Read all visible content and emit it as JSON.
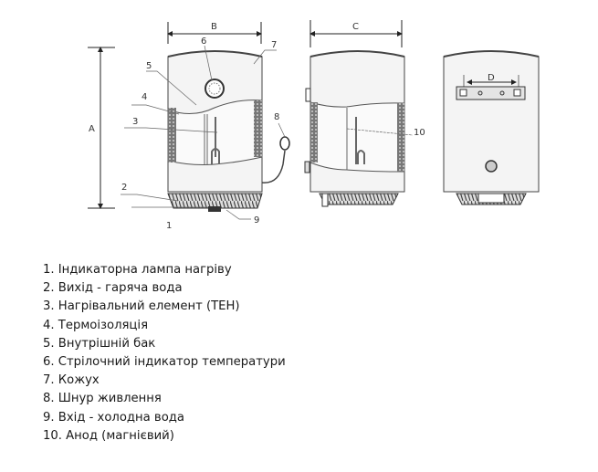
{
  "dimensions": {
    "a": "A",
    "b": "B",
    "c": "C",
    "d": "D"
  },
  "callouts": [
    "1",
    "2",
    "3",
    "4",
    "5",
    "6",
    "7",
    "8",
    "9",
    "10"
  ],
  "legend": [
    "1. Індикаторна лампа нагріву",
    "2. Вихід - гаряча вода",
    "3. Нагрівальний елемент (ТЕН)",
    "4. Термоізоляція",
    "5. Внутрішній бак",
    "6. Стрілочний індикатор температури",
    "7. Кожух",
    "8. Шнур живлення",
    "9. Вхід - холодна вода",
    "10. Анод (магнієвий)"
  ]
}
